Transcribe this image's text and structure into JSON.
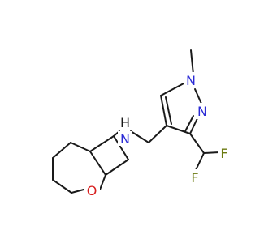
{
  "molecule": {
    "atoms": {
      "amine_n": "N",
      "amine_h": "H",
      "pyrazole_n1": "N",
      "pyrazole_n2": "N",
      "ring_o": "O",
      "fluorine_top": "F",
      "fluorine_bottom": "F"
    },
    "colors": {
      "nitrogen": "#2b2bd6",
      "oxygen": "#d81e1e",
      "fluorine": "#6b7a10",
      "bond": "#1a1a1a"
    }
  }
}
